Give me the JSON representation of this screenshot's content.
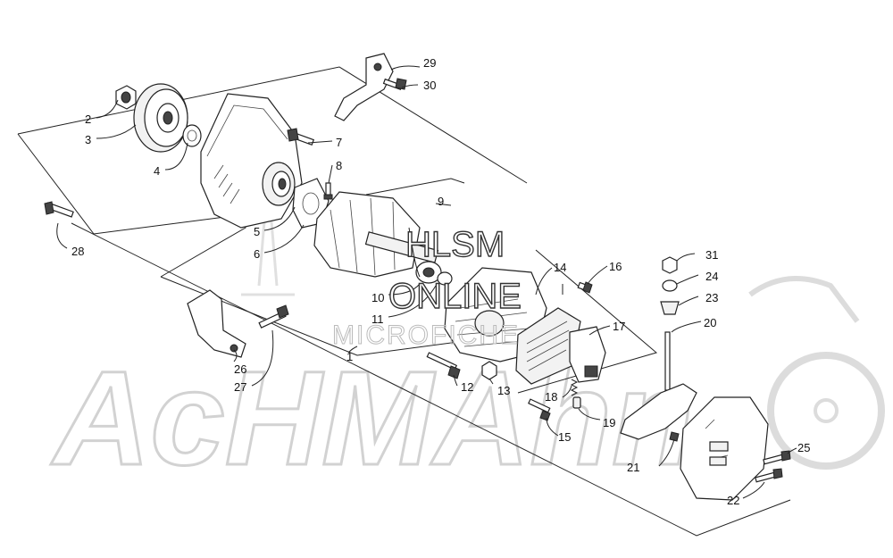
{
  "watermark": {
    "brand": "AcHMAhn",
    "hlsm_line1": "HLSM",
    "hlsm_line2": "ONLINE",
    "micro": "MICROFICHE"
  },
  "callouts": [
    "1",
    "2",
    "3",
    "4",
    "5",
    "6",
    "7",
    "8",
    "9",
    "10",
    "11",
    "12",
    "13",
    "14",
    "15",
    "16",
    "17",
    "18",
    "19",
    "20",
    "21",
    "22",
    "23",
    "24",
    "25",
    "26",
    "27",
    "28",
    "29",
    "30",
    "31"
  ]
}
